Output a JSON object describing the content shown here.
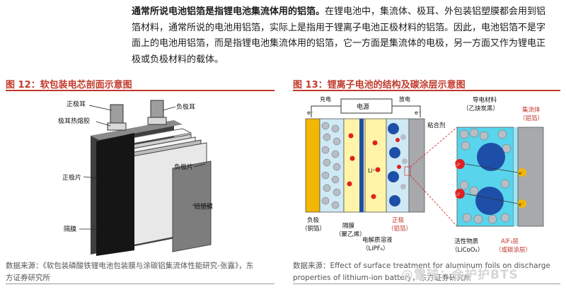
{
  "paragraph": {
    "bold_lead": "通常所说电池铝箔是指锂电池集流体用的铝箔。",
    "body": "在锂电池中，集流体、极耳、外包装铝塑膜都会用到铝箔材料，通常所说的电池用铝箔，实际上是指用于锂离子电池正极材料的铝箔。因此，电池铝箔不是字面上的电池用铝箔，而是指锂电池集流体用的铝箔，它一方面是集流体的电极，另一方面又作为锂电正极或负极材料的载体。"
  },
  "figure12": {
    "title": "图 12：软包装电芯剖面示意图",
    "labels": {
      "pos_tab": "正极耳",
      "neg_tab": "负极耳",
      "tab_glue": "极耳热熔胶",
      "pos_sheet": "正极片",
      "neg_sheet": "负极片",
      "al_film": "铝塑膜",
      "separator": "隔膜"
    },
    "source_line1": "数据来源：《软包装磷酸铁锂电池包装膜与涂碳铝集流体性能研究-张露》，东",
    "source_line2": "方证券研究所"
  },
  "figure13": {
    "title": "图 13：锂离子电池的结构及碳涂层示意图",
    "labels": {
      "charge": "充电",
      "discharge": "放电",
      "power": "电源",
      "electron_left": "e⁻",
      "electron_right": "e⁻",
      "binder": "粘合剂",
      "conductive": "导电材料",
      "conductive_sub": "（乙炔炭黑）",
      "collector": "集流体",
      "collector_sub": "（铝箔）",
      "neg_electrode": "负极",
      "neg_electrode_sub": "（铜箔）",
      "separator": "隔膜",
      "separator_sub": "（聚乙烯）",
      "electrolyte": "电解质溶液",
      "electrolyte_sub": "（LiPF₆）",
      "pos_electrode": "正极",
      "pos_electrode_sub": "（铝箔）",
      "active": "活性物质",
      "active_sub": "（LiCoO₂）",
      "alf_layer": "AlF₃层",
      "alf_layer_sub": "（或碳涂层）",
      "li_ion": "Li⁺",
      "li_marker": "Li⁺",
      "e_marker": "e⁻"
    },
    "source_line1": "数据来源：Effect of surface treatment for aluminum foils on discharge",
    "source_line2": "properties of lithium-ion battery，东方证券研究所"
  },
  "watermark": "@雪球：金护护BTS",
  "colors": {
    "accent_red": "#c0392b",
    "copper": "#f2b705",
    "separator_yellow": "#fff4a8",
    "electrolyte_blue": "#1d4fa8",
    "cyan_coating": "#58d4ec",
    "collector_gray": "#a7a9ac"
  }
}
